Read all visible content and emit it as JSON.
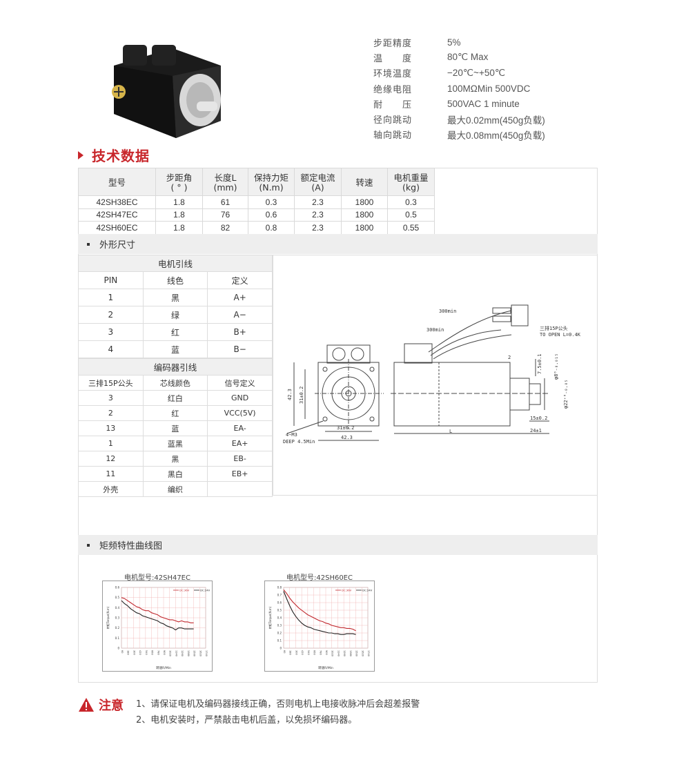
{
  "specs": [
    {
      "k": "步距精度",
      "v": "5%"
    },
    {
      "k": "温　　度",
      "v": "80℃ Max"
    },
    {
      "k": "环境温度",
      "v": "−20℃~+50℃"
    },
    {
      "k": "绝缘电阻",
      "v": "100MΩMin  500VDC"
    },
    {
      "k": "耐　　压",
      "v": "500VAC 1 minute"
    },
    {
      "k": "径向跳动",
      "v": "最大0.02mm(450g负载)"
    },
    {
      "k": "轴向跳动",
      "v": "最大0.08mm(450g负载)"
    }
  ],
  "section_title": "技术数据",
  "tech_table": {
    "headers": [
      [
        "型号",
        ""
      ],
      [
        "步距角",
        "(  °  )"
      ],
      [
        "长度L",
        "(mm)"
      ],
      [
        "保持力矩",
        "(N.m)"
      ],
      [
        "额定电流",
        "(A)"
      ],
      [
        "转速",
        ""
      ],
      [
        "电机重量",
        "(kg)"
      ]
    ],
    "rows": [
      [
        "42SH38EC",
        "1.8",
        "61",
        "0.3",
        "2.3",
        "1800",
        "0.3"
      ],
      [
        "42SH47EC",
        "1.8",
        "76",
        "0.6",
        "2.3",
        "1800",
        "0.5"
      ],
      [
        "42SH60EC",
        "1.8",
        "82",
        "0.8",
        "2.3",
        "1800",
        "0.55"
      ]
    ]
  },
  "bar_dimensions": "外形尺寸",
  "motor_wiring": {
    "title": "电机引线",
    "headers": [
      "PIN",
      "线色",
      "定义"
    ],
    "rows": [
      [
        "1",
        "黑",
        "A+"
      ],
      [
        "2",
        "绿",
        "A−"
      ],
      [
        "3",
        "红",
        "B+"
      ],
      [
        "4",
        "蓝",
        "B−"
      ]
    ]
  },
  "encoder_wiring": {
    "title": "编码器引线",
    "headers": [
      "三排15P公头",
      "芯线颜色",
      "信号定义"
    ],
    "rows": [
      [
        "3",
        "红白",
        "GND"
      ],
      [
        "2",
        "红",
        "VCC(5V)"
      ],
      [
        "13",
        "蓝",
        "EA-"
      ],
      [
        "1",
        "蓝黑",
        "EA+"
      ],
      [
        "12",
        "黑",
        "EB-"
      ],
      [
        "11",
        "黑白",
        "EB+"
      ],
      [
        "外壳",
        "编织",
        ""
      ]
    ]
  },
  "drawing_labels": {
    "cable1": "300min",
    "cable2": "300min",
    "conn": "三排15P公头",
    "open": "TO OPEN L=0.4K",
    "d_shaft": "φ8⁰₋₀.₀₁₅",
    "d_boss": "φ22⁺⁰₋₀.₀₅",
    "h1": "7.5±0.1",
    "h2": "15±0.2",
    "h3": "24±1",
    "L": "L",
    "two": "2",
    "w1": "31±0.2",
    "w2": "42.3",
    "v1": "31±0.2",
    "v2": "42.3",
    "hole": "4−M3",
    "depth": "DEEP 4.5Min"
  },
  "bar_curves": "矩频特性曲线图",
  "chart_data": [
    {
      "type": "line",
      "title": "电机型号:42SH47EC",
      "xlabel": "转速R/Min",
      "ylabel": "转矩Torque(N.m)",
      "x_ticks": [
        "60",
        "180",
        "300",
        "420",
        "540",
        "660",
        "780",
        "900",
        "1020",
        "1140",
        "1260",
        "1380",
        "1500",
        "1620",
        "1740"
      ],
      "y_ticks": [
        "0",
        "0.1",
        "0.2",
        "0.3",
        "0.4",
        "0.5",
        "0.6"
      ],
      "ylim": [
        0,
        0.6
      ],
      "legend": "top-right",
      "series": [
        {
          "name": "DC:36V",
          "color": "#c0272d",
          "x": [
            60,
            120,
            180,
            240,
            300,
            360,
            420,
            480,
            540,
            600,
            660,
            720,
            780,
            840,
            900,
            960,
            1020,
            1080,
            1140,
            1200,
            1260,
            1320,
            1380,
            1440,
            1500
          ],
          "values": [
            0.5,
            0.49,
            0.47,
            0.45,
            0.43,
            0.41,
            0.4,
            0.38,
            0.37,
            0.37,
            0.35,
            0.34,
            0.33,
            0.31,
            0.3,
            0.29,
            0.28,
            0.28,
            0.27,
            0.26,
            0.27,
            0.26,
            0.26,
            0.25,
            0.25
          ]
        },
        {
          "name": "DC:24V",
          "color": "#222222",
          "x": [
            60,
            120,
            180,
            240,
            300,
            360,
            420,
            480,
            540,
            600,
            660,
            720,
            780,
            840,
            900,
            960,
            1020,
            1080,
            1140,
            1200,
            1260,
            1320,
            1380,
            1440,
            1500
          ],
          "values": [
            0.47,
            0.44,
            0.42,
            0.39,
            0.37,
            0.35,
            0.34,
            0.32,
            0.31,
            0.3,
            0.29,
            0.28,
            0.27,
            0.25,
            0.24,
            0.22,
            0.21,
            0.2,
            0.18,
            0.2,
            0.2,
            0.19,
            0.19,
            0.19,
            0.19
          ]
        }
      ]
    },
    {
      "type": "line",
      "title": "电机型号:42SH60EC",
      "xlabel": "转速R/Min",
      "ylabel": "转矩Torque(N.m)",
      "x_ticks": [
        "60",
        "180",
        "300",
        "420",
        "540",
        "660",
        "780",
        "900",
        "1020",
        "1140",
        "1260",
        "1380",
        "1500",
        "1620",
        "1740"
      ],
      "y_ticks": [
        "0",
        "0.1",
        "0.2",
        "0.3",
        "0.4",
        "0.5",
        "0.6",
        "0.7",
        "0.8"
      ],
      "ylim": [
        0,
        0.8
      ],
      "legend": "top-right",
      "series": [
        {
          "name": "DC:36V",
          "color": "#c0272d",
          "x": [
            60,
            120,
            180,
            240,
            300,
            360,
            420,
            480,
            540,
            600,
            660,
            720,
            780,
            840,
            900,
            960,
            1020,
            1080,
            1140,
            1200,
            1260,
            1320,
            1380,
            1440,
            1500
          ],
          "values": [
            0.77,
            0.72,
            0.66,
            0.61,
            0.57,
            0.53,
            0.5,
            0.47,
            0.44,
            0.42,
            0.4,
            0.38,
            0.36,
            0.35,
            0.33,
            0.32,
            0.3,
            0.29,
            0.28,
            0.27,
            0.27,
            0.26,
            0.26,
            0.25,
            0.23
          ]
        },
        {
          "name": "DC:24V",
          "color": "#222222",
          "x": [
            60,
            120,
            180,
            240,
            300,
            360,
            420,
            480,
            540,
            600,
            660,
            720,
            780,
            840,
            900,
            960,
            1020,
            1080,
            1140,
            1200,
            1260,
            1320,
            1380,
            1440,
            1500
          ],
          "values": [
            0.75,
            0.65,
            0.56,
            0.48,
            0.42,
            0.37,
            0.33,
            0.3,
            0.28,
            0.27,
            0.25,
            0.24,
            0.23,
            0.22,
            0.21,
            0.2,
            0.2,
            0.19,
            0.19,
            0.18,
            0.18,
            0.19,
            0.19,
            0.19,
            0.18
          ]
        }
      ]
    }
  ],
  "note": {
    "label": "注意",
    "lines": [
      "1、请保证电机及编码器接线正确，否则电机上电接收脉冲后会超差报警",
      "2、电机安装时，严禁敲击电机后盖，以免损坏编码器。"
    ]
  }
}
